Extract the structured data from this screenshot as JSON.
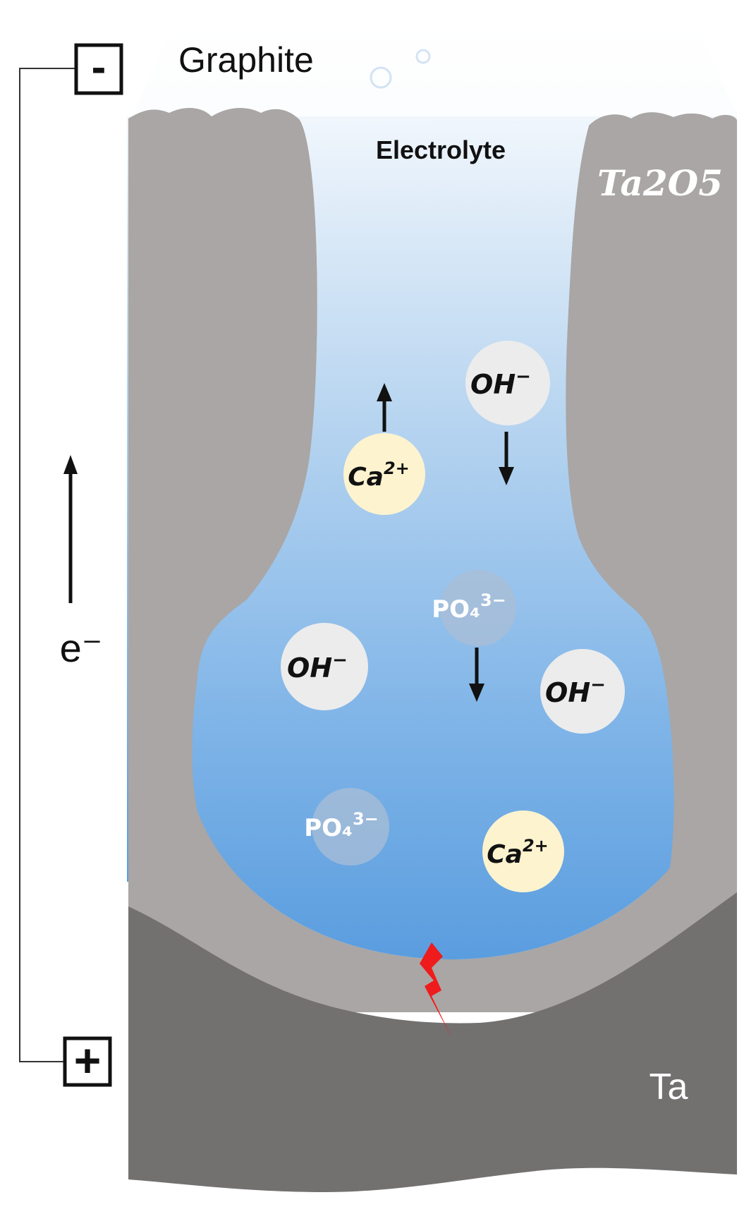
{
  "labels": {
    "graphite": "Graphite",
    "electrolyte": "Electrolyte",
    "ta2o5": "Ta2O5",
    "ta": "Ta",
    "electron": "e⁻",
    "minus": "-",
    "plus": "+"
  },
  "ions": [
    {
      "id": "oh-1",
      "base": "OH",
      "charge": "−"
    },
    {
      "id": "ca-1",
      "base": "Ca",
      "charge": "2+"
    },
    {
      "id": "po4-1",
      "base": "PO₄",
      "charge": "3−"
    },
    {
      "id": "oh-2",
      "base": "OH",
      "charge": "−"
    },
    {
      "id": "oh-3",
      "base": "OH",
      "charge": "−"
    },
    {
      "id": "po4-2",
      "base": "PO₄",
      "charge": "3−"
    },
    {
      "id": "ca-2",
      "base": "Ca",
      "charge": "2+"
    }
  ],
  "colors": {
    "oxide": "#a9a6a5",
    "metal": "#737070",
    "electrolyte_top": "#eaf3fb",
    "electrolyte_bottom": "#5a9ddf",
    "oh_fill": "#ececec",
    "ca_fill": "#fdf3cf",
    "po4_fill": "#a9bdd6",
    "spark": "#ee1c1c"
  }
}
